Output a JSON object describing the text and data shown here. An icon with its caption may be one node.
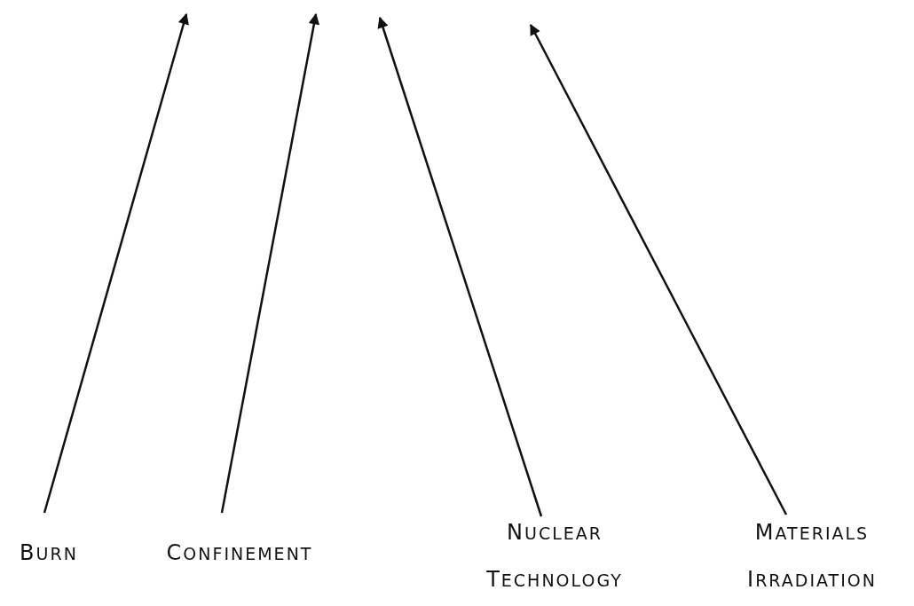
{
  "diagram": {
    "nodes": [
      {
        "text": [
          "BURN"
        ]
      },
      {
        "text": [
          "CONFINEMENT"
        ]
      },
      {
        "text": [
          "NUCLEAR TECHNOLOGY"
        ]
      },
      {
        "text": [
          "MATERIALS IRRADIATION"
        ]
      }
    ],
    "edges": [
      {
        "from": 0,
        "to": null,
        "arrow": "to"
      },
      {
        "from": 1,
        "to": null,
        "arrow": "to"
      },
      {
        "from": 2,
        "to": null,
        "arrow": "to"
      },
      {
        "from": 3,
        "to": null,
        "arrow": "to"
      }
    ]
  }
}
